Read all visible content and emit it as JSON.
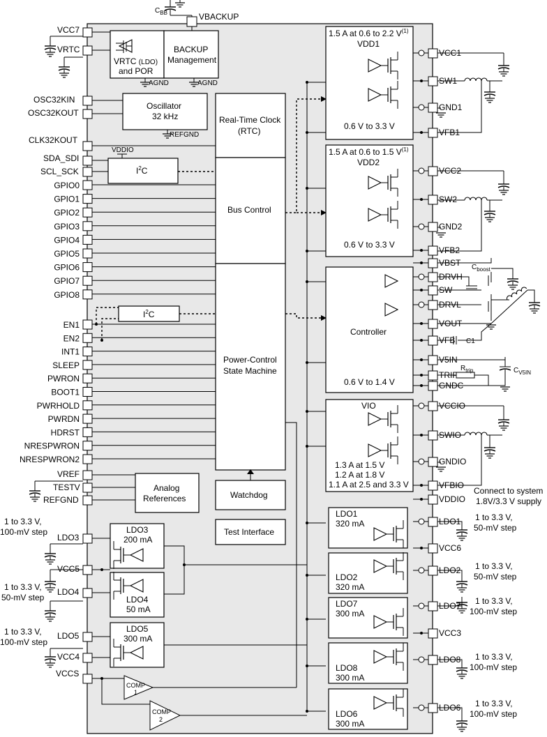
{
  "top": {
    "cbb": "C",
    "cbb_sub": "BB",
    "vbackup": "VBACKUP"
  },
  "left_pins": {
    "vcc7": "VCC7",
    "vrtc": "VRTC",
    "osc32kin": "OSC32KIN",
    "osc32kout": "OSC32KOUT",
    "clk32kout": "CLK32KOUT",
    "sda": "SDA_SDI",
    "scl": "SCL_SCK",
    "gpio": [
      "GPIO0",
      "GPIO1",
      "GPIO2",
      "GPIO3",
      "GPIO4",
      "GPIO5",
      "GPIO6",
      "GPIO7",
      "GPIO8"
    ],
    "ctrl": [
      "EN1",
      "EN2",
      "INT1",
      "SLEEP",
      "PWRON",
      "BOOT1",
      "PWRHOLD",
      "PWRDN",
      "HDRST",
      "NRESPWRON",
      "NRESPWRON2"
    ],
    "vref": "VREF",
    "testv": "TESTV",
    "refgnd": "REFGND",
    "ldo3": "LDO3",
    "vcc5": "VCC5",
    "ldo4": "LDO4",
    "ldo5": "LDO5",
    "vcc4": "VCC4",
    "vccs": "VCCS"
  },
  "left_notes": {
    "ldo3_a": "1 to 3.3 V,",
    "ldo3_b": "100-mV step",
    "ldo4_a": "1 to 3.3 V,",
    "ldo4_b": "50-mV step",
    "ldo5_a": "1 to 3.3 V,",
    "ldo5_b": "100-mV step"
  },
  "blocks": {
    "vrtc_a": "VRTC",
    "vrtc_ldo": "(LDO)",
    "vrtc_b": "and POR",
    "backup_a": "BACKUP",
    "backup_b": "Management",
    "agnd": "AGND",
    "osc_a": "Oscillator",
    "osc_b": "32 kHz",
    "refgnd": "REFGND",
    "rtc_a": "Real-Time Clock",
    "rtc_b": "(RTC)",
    "vddio": "VDDIO",
    "i2c": "I",
    "i2c_sup": "2",
    "i2c_c": "C",
    "bus": "Bus Control",
    "psm_a": "Power-Control",
    "psm_b": "State Machine",
    "watchdog": "Watchdog",
    "test": "Test Interface",
    "analog_a": "Analog",
    "analog_b": "References",
    "ldo3_a": "LDO3",
    "ldo3_b": "200 mA",
    "ldo4_a": "LDO4",
    "ldo4_b": "50 mA",
    "ldo5_a": "LDO5",
    "ldo5_b": "300 mA",
    "comp1_a": "COMP",
    "comp1_b": "1",
    "comp2_a": "COMP",
    "comp2_b": "2"
  },
  "right_blocks": {
    "vdd1_a": "1.5 A at 0.6 to 2.2 V",
    "vdd1_note": "(1)",
    "vdd1_b": "VDD1",
    "vdd1_c": "0.6 V to 3.3 V",
    "vdd2_a": "1.5 A at 0.6 to 1.5 V",
    "vdd2_note": "(1)",
    "vdd2_b": "VDD2",
    "vdd2_c": "0.6 V to 3.3 V",
    "ctrl_a": "Controller",
    "ctrl_b": "0.6 V to 1.4 V",
    "vio_a": "VIO",
    "vio_b": "1.3 A at 1.5 V",
    "vio_c": "1.2 A at 1.8 V",
    "vio_d": "1.1 A at 2.5 and 3.3 V",
    "ldo1_a": "LDO1",
    "ldo1_b": "320 mA",
    "ldo2_a": "LDO2",
    "ldo2_b": "320 mA",
    "ldo7_a": "LDO7",
    "ldo7_b": "300 mA",
    "ldo8_a": "LDO8",
    "ldo8_b": "300 mA",
    "ldo6_a": "LDO6",
    "ldo6_b": "300 mA"
  },
  "right_pins": {
    "vcc1": "VCC1",
    "sw1": "SW1",
    "gnd1": "GND1",
    "vfb1": "VFB1",
    "vcc2": "VCC2",
    "sw2": "SW2",
    "gnd2": "GND2",
    "vfb2": "VFB2",
    "vbst": "VBST",
    "drvh": "DRVH",
    "sw": "SW",
    "drvl": "DRVL",
    "vout": "VOUT",
    "vfb": "VFB",
    "v5in": "V5IN",
    "trip": "TRIP",
    "gndc": "GNDC",
    "vccio": "VCCIO",
    "swio": "SWIO",
    "gndio": "GNDIO",
    "vfbio": "VFBIO",
    "vddio": "VDDIO",
    "ldo1": "LDO1",
    "vcc6": "VCC6",
    "ldo2": "LDO2",
    "ldo7": "LDO7",
    "vcc3": "VCC3",
    "ldo8": "LDO8",
    "ldo6": "LDO6"
  },
  "right_notes": {
    "cboost": "C",
    "cboost_sub": "boost",
    "c1": "C1",
    "rtrip": "R",
    "rtrip_sub": "trip",
    "cv5in": "C",
    "cv5in_sub": "V5IN",
    "vddio_a": "Connect to system",
    "vddio_b": "1.8V/3.3 V supply",
    "ldo1_a": "1 to 3.3 V,",
    "ldo1_b": "50-mV step",
    "ldo2_a": "1 to 3.3 V,",
    "ldo2_b": "50-mV step",
    "ldo7_a": "1 to 3.3 V,",
    "ldo7_b": "100-mV step",
    "ldo8_a": "1 to 3.3 V,",
    "ldo8_b": "100-mV step",
    "ldo6_a": "1 to 3.3 V,",
    "ldo6_b": "100-mV step"
  }
}
